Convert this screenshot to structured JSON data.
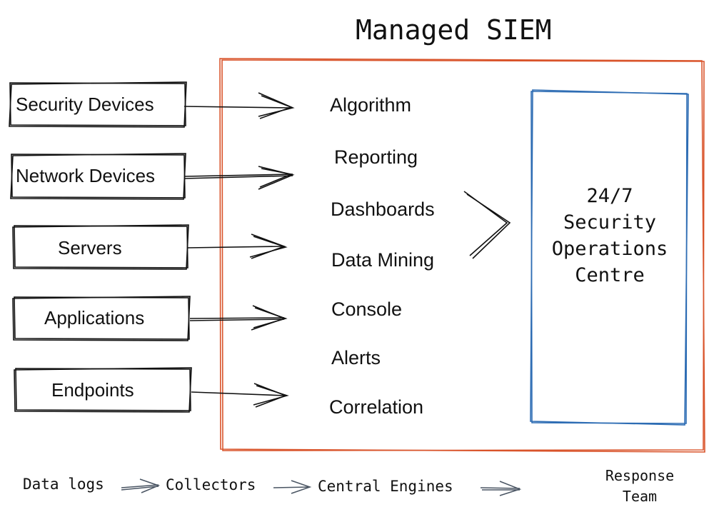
{
  "title": "Managed SIEM",
  "sources": [
    "Security Devices",
    "Network Devices",
    "Servers",
    "Applications",
    "Endpoints"
  ],
  "engine_items": [
    "Algorithm",
    "Reporting",
    "Dashboards",
    "Data Mining",
    "Console",
    "Alerts",
    "Correlation"
  ],
  "soc": {
    "line1": "24/7",
    "line2": "Security",
    "line3": "Operations",
    "line4": "Centre"
  },
  "flow": {
    "data_logs": "Data logs",
    "collectors": "Collectors",
    "central_engines": "Central Engines",
    "response_line1": "Response",
    "response_line2": "Team"
  },
  "colors": {
    "siem_border": "#d9542b",
    "soc_border": "#2e6db4",
    "ink": "#111111",
    "flow_arrow": "#4a5563"
  }
}
